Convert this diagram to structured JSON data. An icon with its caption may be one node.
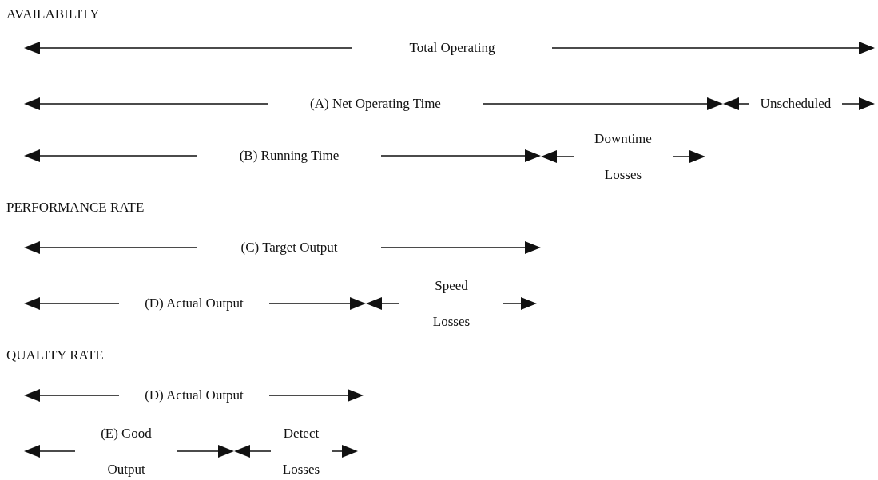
{
  "diagram": {
    "labels": [
      "AVAILABILITY",
      "Total Operating",
      "(A) Net Operating Time",
      "Unscheduled",
      "(B) Running Time",
      "Downtime Losses",
      "PERFORMANCE RATE",
      "(C) Target Output",
      "(D) Actual Output",
      "Speed Losses",
      "QUALITY RATE",
      "(D) Actual Output",
      "(E) Good Output",
      "Detect Losses"
    ]
  }
}
